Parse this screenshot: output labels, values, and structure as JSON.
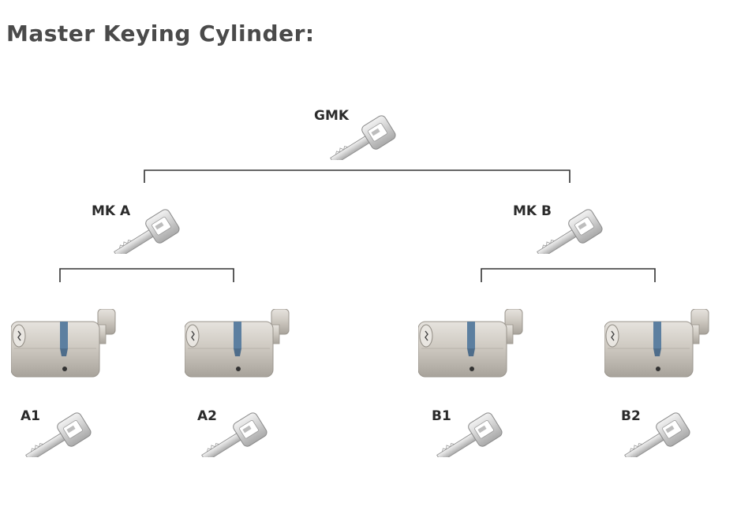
{
  "title": "Master Keying Cylinder:",
  "hierarchy": {
    "grand_master": {
      "label": "GMK"
    },
    "masters": [
      {
        "label": "MK A",
        "children": [
          {
            "label": "A1"
          },
          {
            "label": "A2"
          }
        ]
      },
      {
        "label": "MK B",
        "children": [
          {
            "label": "B1"
          },
          {
            "label": "B2"
          }
        ]
      }
    ]
  },
  "colors": {
    "line": "#333333",
    "key_metal": "#d4d4d4",
    "cylinder_metal": "#c9c5be",
    "cam_blue": "#5c7fa0",
    "title": "#4a4a4a"
  },
  "icons": {
    "key": "key-icon",
    "cylinder": "euro-thumbturn-cylinder-icon"
  }
}
